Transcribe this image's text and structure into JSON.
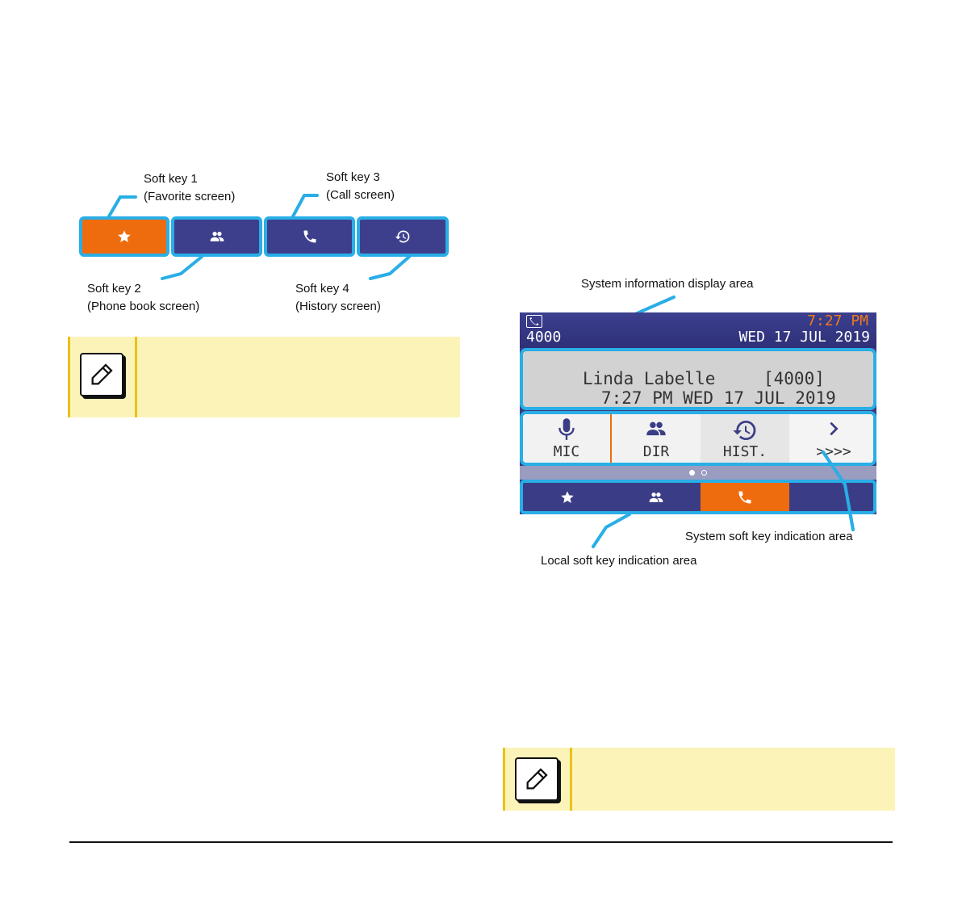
{
  "soft_keys_diagram": {
    "soft_key_1": {
      "title": "Soft key 1",
      "desc": "(Favorite screen)"
    },
    "soft_key_2": {
      "title": "Soft key 2",
      "desc": "(Phone book screen)"
    },
    "soft_key_3": {
      "title": "Soft key 3",
      "desc": "(Call screen)"
    },
    "soft_key_4": {
      "title": "Soft key 4",
      "desc": "(History screen)"
    },
    "keys": [
      {
        "icon": "star-icon",
        "color": "#ef6c0e"
      },
      {
        "icon": "people-icon",
        "color": "#3d3f8c"
      },
      {
        "icon": "phone-icon",
        "color": "#3d3f8c"
      },
      {
        "icon": "history-icon",
        "color": "#3d3f8c"
      }
    ]
  },
  "screen_diagram": {
    "label_system_info": "System information display area",
    "label_system_softkey": "System soft key indication area",
    "label_local_softkey": "Local soft key indication area",
    "top_bar": {
      "extension": "4000",
      "time": "7:27 PM",
      "date": "WED 17 JUL 2019"
    },
    "info_area": {
      "name": "Linda Labelle",
      "number": "[4000]",
      "datetime": "7:27 PM WED 17 JUL 2019"
    },
    "local_soft_keys": [
      {
        "icon": "microphone-icon",
        "label": "MIC"
      },
      {
        "icon": "people-icon",
        "label": "DIR"
      },
      {
        "icon": "history-icon",
        "label": "HIST."
      },
      {
        "icon": "chevron-right-icon",
        "label": ">>>>"
      }
    ],
    "system_soft_keys": [
      {
        "icon": "star-icon"
      },
      {
        "icon": "people-icon"
      },
      {
        "icon": "phone-icon",
        "selected": true
      },
      {
        "icon": ""
      }
    ]
  },
  "colors": {
    "accent_orange": "#ef6c0e",
    "key_blue": "#3d3f8c",
    "callout_blue": "#29aee6",
    "note_bg": "#fcf3b9"
  }
}
